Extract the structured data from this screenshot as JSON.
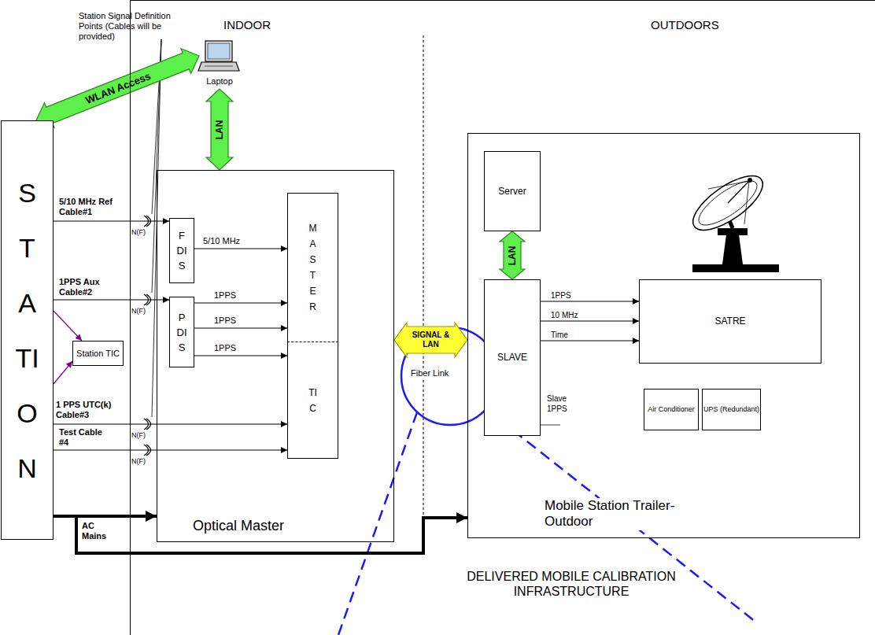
{
  "diagram": {
    "nodes": [
      {
        "text": [
          "STATION"
        ]
      },
      {
        "text": [
          "INDOOR",
          "OUTDOORS",
          "DELIVERED MOBILE CALIBRATION INFRASTRUCTURE"
        ]
      },
      {
        "text": [
          "Laptop"
        ],
        "in": 1
      },
      {
        "text": [
          "Optical Master"
        ],
        "in": 1
      },
      {
        "text": [
          "FDIS"
        ],
        "in": 3
      },
      {
        "text": [
          "PDIS"
        ],
        "in": 3
      },
      {
        "text": [
          "MASTER"
        ],
        "in": 3
      },
      {
        "text": [
          "TIC"
        ],
        "in": 3
      },
      {
        "text": [
          "Station TIC"
        ]
      },
      {
        "text": [
          "Mobile Station Trailer-Outdoor"
        ],
        "in": 1
      },
      {
        "text": [
          "Server"
        ],
        "in": 9
      },
      {
        "text": [
          "SLAVE"
        ],
        "in": 9
      },
      {
        "text": [
          "SATRE"
        ],
        "in": 9
      },
      {
        "text": [
          "Air Conditioner"
        ],
        "in": 9
      },
      {
        "text": [
          "UPS (Redundant)"
        ],
        "in": 9
      }
    ],
    "edges": [
      {
        "from": 0,
        "to": 2,
        "arrow": "both",
        "label": "WLAN Access"
      },
      {
        "from": 2,
        "to": 3,
        "arrow": "both",
        "label": "LAN"
      },
      {
        "from": 0,
        "to": 4,
        "arrow": "to",
        "label": "5/10 MHz Ref Cable#1"
      },
      {
        "from": 0,
        "to": 5,
        "arrow": "to",
        "label": "1PPS Aux Cable#2"
      },
      {
        "from": 0,
        "to": 7,
        "arrow": "to",
        "label": "1 PPS UTC(k) Cable#3"
      },
      {
        "from": 0,
        "to": 7,
        "arrow": "to",
        "label": "Test Cable #4"
      },
      {
        "from": 0,
        "to": 8,
        "arrow": "to"
      },
      {
        "from": 0,
        "to": 8,
        "arrow": "to"
      },
      {
        "from": 4,
        "to": 6,
        "arrow": "to",
        "label": "5/10 MHz"
      },
      {
        "from": 5,
        "to": 6,
        "arrow": "to",
        "label": "1PPS"
      },
      {
        "from": 5,
        "to": 6,
        "arrow": "to",
        "label": "1PPS"
      },
      {
        "from": 5,
        "to": 7,
        "arrow": "to",
        "label": "1PPS"
      },
      {
        "from": 0,
        "to": 3,
        "arrow": "to",
        "label": "AC Mains"
      },
      {
        "from": 0,
        "to": 9,
        "arrow": "to"
      },
      {
        "from": 3,
        "to": 9,
        "arrow": "both",
        "label": "SIGNAL & LAN"
      },
      {
        "from": 10,
        "to": 11,
        "arrow": "both",
        "label": "LAN"
      },
      {
        "from": 11,
        "to": 12,
        "arrow": "to",
        "label": "1PPS"
      },
      {
        "from": 11,
        "to": 12,
        "arrow": "to",
        "label": "10 MHz"
      },
      {
        "from": 11,
        "to": 12,
        "arrow": "to",
        "label": "Time"
      }
    ],
    "labels": [
      "Station Signal Definition Points (Cables will be provided)",
      "N(F)",
      "N(F)",
      "N(F)",
      "N(F)",
      "Fiber Link",
      "Slave 1PPS"
    ]
  }
}
